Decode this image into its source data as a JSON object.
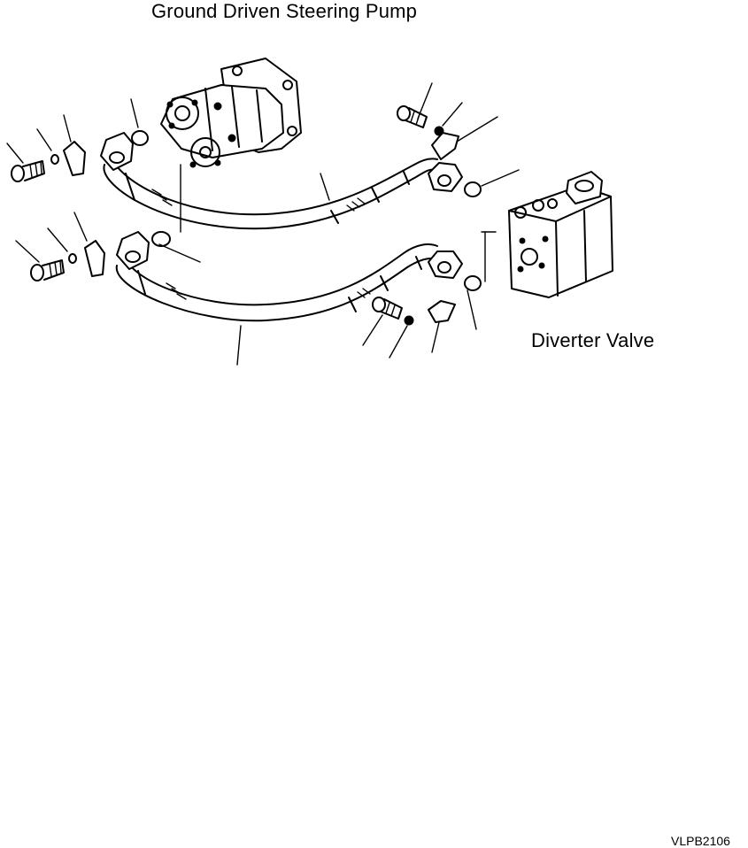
{
  "labels": {
    "pump": "Ground Driven Steering Pump",
    "valve": "Diverter Valve",
    "figure_code": "VLPB2106"
  },
  "colors": {
    "ink": "#000000",
    "paper": "#ffffff"
  }
}
